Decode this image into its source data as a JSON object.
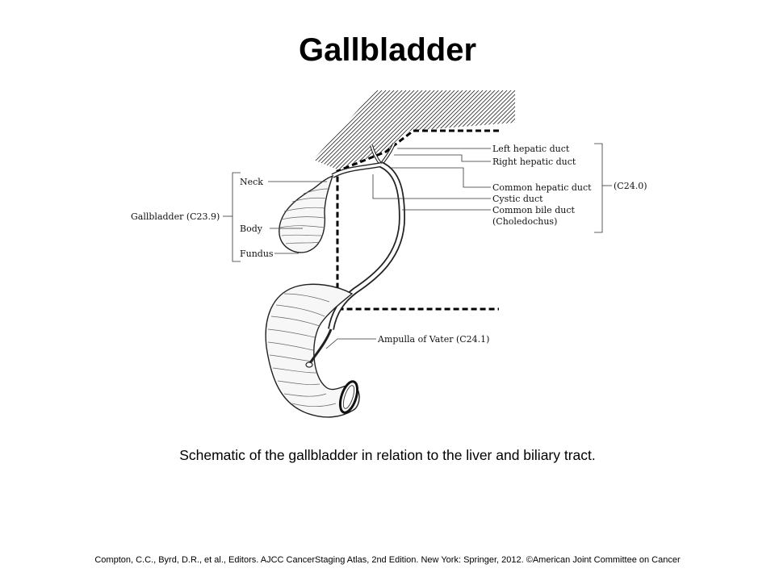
{
  "title": "Gallbladder",
  "caption": "Schematic of the gallbladder in relation to the liver and biliary tract.",
  "citation": "Compton, C.C., Byrd, D.R.,  et al., Editors. AJCC CancerStaging Atlas, 2nd Edition. New York:  Springer, 2012. ©American Joint Committee on Cancer",
  "diagram": {
    "gallbladder_group": {
      "label": "Gallbladder (C23.9)",
      "parts": [
        "Neck",
        "Body",
        "Fundus"
      ]
    },
    "duct_group": {
      "label": "(C24.0)",
      "items": [
        "Left hepatic duct",
        "Right hepatic duct",
        "Common hepatic duct",
        "Cystic duct",
        "Common bile duct",
        "(Choledochus)"
      ]
    },
    "ampulla_label": "Ampulla of Vater (C24.1)"
  }
}
